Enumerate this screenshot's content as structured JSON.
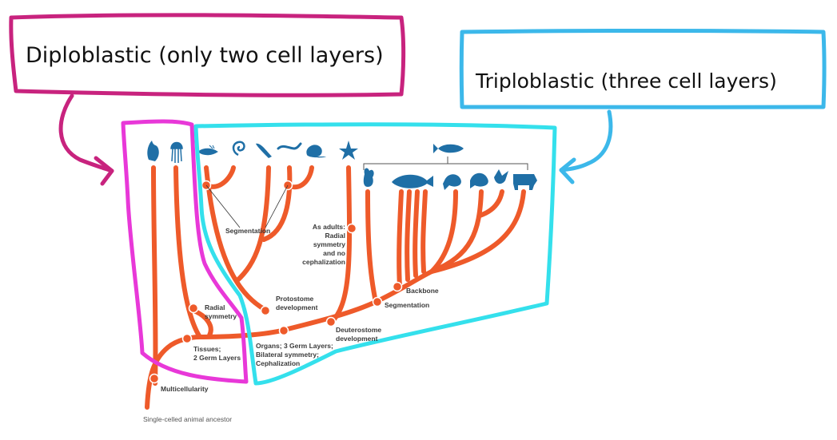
{
  "annotations": {
    "diploblastic": "Diploblastic (only two cell layers)",
    "triploblastic": "Triploblastic (three cell layers)"
  },
  "tree": {
    "root_label": "Single-celled animal ancestor",
    "nodes": {
      "multicellularity": "Multicellularity",
      "tissues": [
        "Tissues;",
        "2 Germ Layers"
      ],
      "radial_symmetry": [
        "Radial",
        "symmetry"
      ],
      "organs": [
        "Organs; 3 Germ Layers;",
        "Bilateral symmetry;",
        "Cephalization"
      ],
      "protostome": [
        "Protostome",
        "development"
      ],
      "deuterostome": [
        "Deuterostome",
        "development"
      ],
      "segmentation_left": "Segmentation",
      "segmentation_right": "Segmentation",
      "backbone": "Backbone",
      "echinoderm_note": [
        "As adults:",
        "Radial",
        "symmetry",
        "and no",
        "cephalization"
      ]
    }
  },
  "organisms": [
    "sponge-icon",
    "jellyfish-icon",
    "flatworm-icon",
    "roundworm-icon",
    "annelid-icon",
    "mollusk-icon",
    "snail-icon",
    "sea-star-icon",
    "fish-icon",
    "tunicate-icon",
    "fish2-icon",
    "amphibian-icon",
    "reptile-icon",
    "bird-icon",
    "mammal-icon"
  ],
  "colors": {
    "branch": "#ee5a2a",
    "diplo_box": "#c8237e",
    "diplo_region": "#e838d8",
    "triplo_box": "#3cb8ea",
    "triplo_region": "#34e0ec",
    "silhouettes": "#1f6fa6"
  }
}
